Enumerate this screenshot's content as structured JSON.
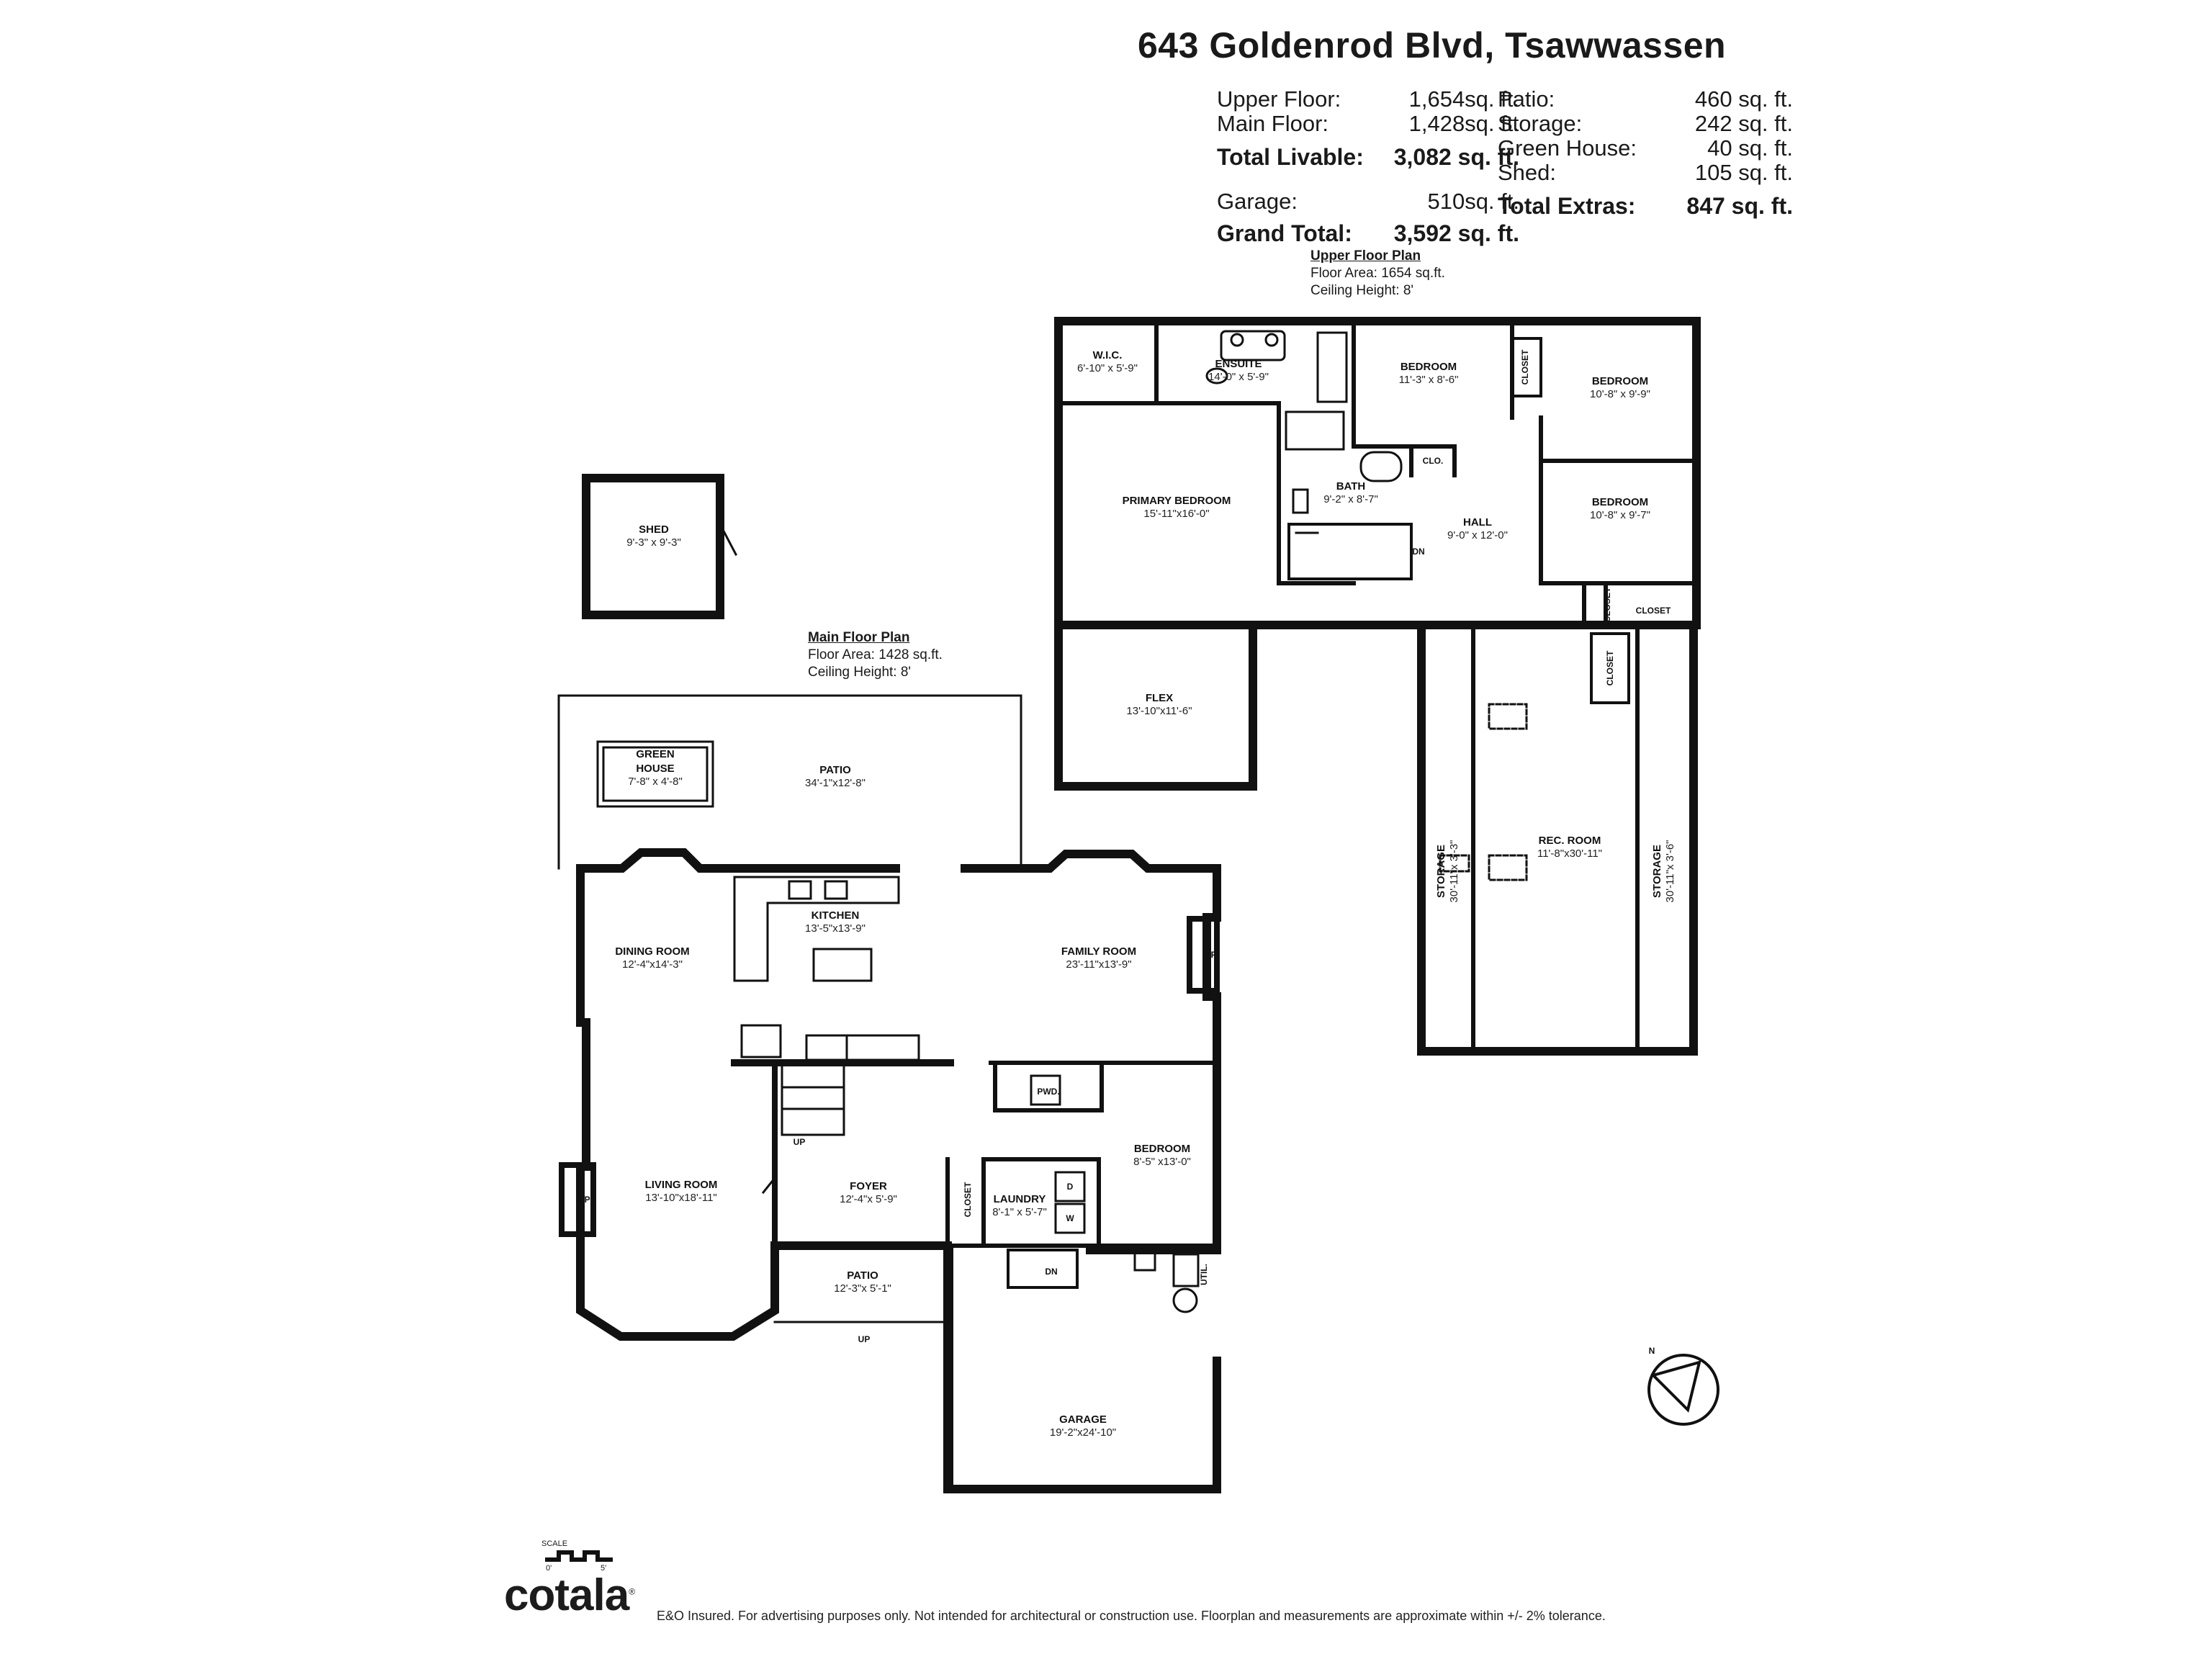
{
  "header": {
    "address": "643 Goldenrod Blvd, Tsawwassen"
  },
  "areas_left": [
    {
      "label": "Upper Floor:",
      "value": "1,654sq. ft."
    },
    {
      "label": "Main Floor:",
      "value": "1,428sq. ft."
    },
    {
      "label": "Total Livable:",
      "value": "3,082 sq. ft."
    },
    {
      "label": "Garage:",
      "value": "510sq. ft."
    },
    {
      "label": "Grand Total:",
      "value": "3,592 sq. ft."
    }
  ],
  "areas_right": [
    {
      "label": "Patio:",
      "value": "460 sq. ft."
    },
    {
      "label": "Storage:",
      "value": "242 sq. ft."
    },
    {
      "label": "Green House:",
      "value": "40 sq. ft."
    },
    {
      "label": "Shed:",
      "value": "105 sq. ft."
    },
    {
      "label": "Total Extras:",
      "value": "847 sq. ft."
    }
  ],
  "upper_plan": {
    "title": "Upper Floor Plan",
    "area": "Floor Area: 1654 sq.ft.",
    "ceiling": "Ceiling Height: 8'"
  },
  "main_plan": {
    "title": "Main Floor Plan",
    "area": "Floor Area: 1428 sq.ft.",
    "ceiling": "Ceiling Height: 8'"
  },
  "rooms": {
    "wic": {
      "name": "W.I.C.",
      "dim": "6'-10\" x 5'-9\""
    },
    "ensuite": {
      "name": "ENSUITE",
      "dim": "14'-0\" x 5'-9\""
    },
    "bedroom_up1": {
      "name": "BEDROOM",
      "dim": "11'-3\" x 8'-6\""
    },
    "bedroom_up2": {
      "name": "BEDROOM",
      "dim": "10'-8\" x 9'-9\""
    },
    "bedroom_up3": {
      "name": "BEDROOM",
      "dim": "10'-8\" x 9'-7\""
    },
    "primary": {
      "name": "PRIMARY BEDROOM",
      "dim": "15'-11\"x16'-0\""
    },
    "bath": {
      "name": "BATH",
      "dim": "9'-2\" x 8'-7\""
    },
    "hall": {
      "name": "HALL",
      "dim": "9'-0\" x 12'-0\""
    },
    "flex": {
      "name": "FLEX",
      "dim": "13'-10\"x11'-6\""
    },
    "storage1": {
      "name": "STORAGE",
      "dim": "30'-11\"x 3'-3\""
    },
    "recroom": {
      "name": "REC. ROOM",
      "dim": "11'-8\"x30'-11\""
    },
    "storage2": {
      "name": "STORAGE",
      "dim": "30'-11\"x 3'-6\""
    },
    "shed": {
      "name": "SHED",
      "dim": "9'-3\" x 9'-3\""
    },
    "greenhouse": {
      "name1": "GREEN",
      "name2": "HOUSE",
      "dim": "7'-8\" x 4'-8\""
    },
    "patio_big": {
      "name": "PATIO",
      "dim": "34'-1\"x12'-8\""
    },
    "kitchen": {
      "name": "KITCHEN",
      "dim": "13'-5\"x13'-9\""
    },
    "dining": {
      "name": "DINING ROOM",
      "dim": "12'-4\"x14'-3\""
    },
    "family": {
      "name": "FAMILY ROOM",
      "dim": "23'-11\"x13'-9\""
    },
    "living": {
      "name": "LIVING ROOM",
      "dim": "13'-10\"x18'-11\""
    },
    "foyer": {
      "name": "FOYER",
      "dim": "12'-4\"x 5'-9\""
    },
    "laundry": {
      "name": "LAUNDRY",
      "dim": "8'-1\" x 5'-7\""
    },
    "bedroom_main": {
      "name": "BEDROOM",
      "dim": "8'-5\" x13'-0\""
    },
    "patio_small": {
      "name": "PATIO",
      "dim": "12'-3\"x 5'-1\""
    },
    "garage": {
      "name": "GARAGE",
      "dim": "19'-2\"x24'-10\""
    }
  },
  "small_labels": {
    "closet": "CLOSET",
    "clo": "CLO.",
    "pwd": "PWD.",
    "util": "UTIL.",
    "fp": "FP",
    "dn": "DN",
    "up": "UP",
    "d": "D",
    "w": "W",
    "north": "N"
  },
  "scale": {
    "label": "SCALE",
    "zero": "0'",
    "five": "5'"
  },
  "footer": {
    "logo": "cotala",
    "logo_mark": "®",
    "disclaimer": "E&O Insured. For advertising purposes only. Not intended for architectural or construction use. Floorplan and measurements are approximate within +/- 2% tolerance."
  }
}
